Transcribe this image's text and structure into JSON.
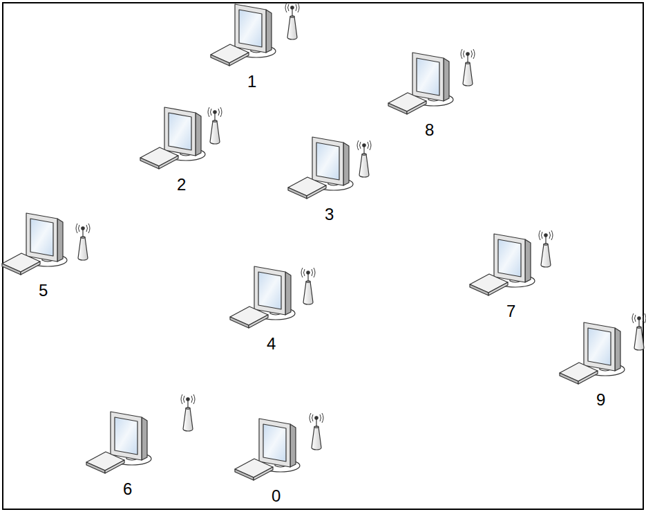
{
  "diagram": {
    "labels": [
      "1",
      "8",
      "2",
      "3",
      "5",
      "7",
      "4",
      "9",
      "6",
      "0"
    ]
  }
}
